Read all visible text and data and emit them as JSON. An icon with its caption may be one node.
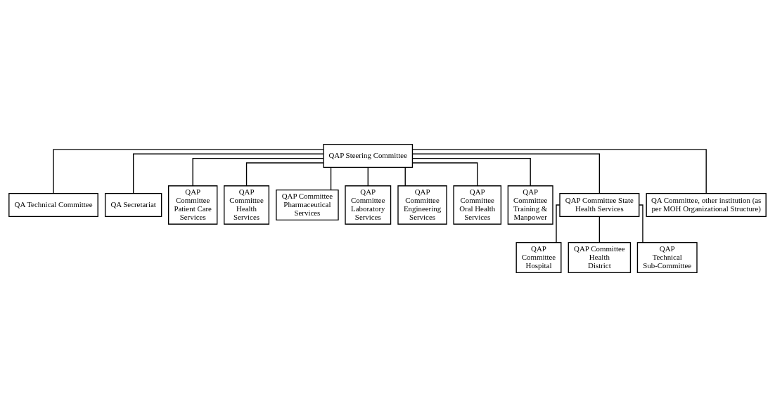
{
  "diagram": {
    "nodes": [
      {
        "text": [
          "QAP Steering Committee"
        ]
      },
      {
        "text": [
          "QA Technical Committee"
        ]
      },
      {
        "text": [
          "QA Secretariat"
        ]
      },
      {
        "text": [
          "QAP Committee Patient Care Services"
        ]
      },
      {
        "text": [
          "QAP Committee Health Services"
        ]
      },
      {
        "text": [
          "QAP Committee Pharmaceutical Services"
        ]
      },
      {
        "text": [
          "QAP Committee Laboratory Services"
        ]
      },
      {
        "text": [
          "QAP Committee Engineering Services"
        ]
      },
      {
        "text": [
          "QAP Committee Oral Health Services"
        ]
      },
      {
        "text": [
          "QAP Committee Training & Manpower"
        ]
      },
      {
        "text": [
          "QAP Committee State Health Services"
        ]
      },
      {
        "text": [
          "QA Committee, other institution (as per MOH Organizational Structure)"
        ]
      },
      {
        "text": [
          "QAP Committee Hospital"
        ]
      },
      {
        "text": [
          "QAP Committee Health District"
        ]
      },
      {
        "text": [
          "QAP Technical Sub-Committee"
        ]
      }
    ],
    "edges": [
      {
        "from": 0,
        "to": 1,
        "arrow": "none"
      },
      {
        "from": 0,
        "to": 2,
        "arrow": "none"
      },
      {
        "from": 0,
        "to": 3,
        "arrow": "none"
      },
      {
        "from": 0,
        "to": 4,
        "arrow": "none"
      },
      {
        "from": 0,
        "to": 5,
        "arrow": "none"
      },
      {
        "from": 0,
        "to": 6,
        "arrow": "none"
      },
      {
        "from": 0,
        "to": 7,
        "arrow": "none"
      },
      {
        "from": 0,
        "to": 8,
        "arrow": "none"
      },
      {
        "from": 0,
        "to": 9,
        "arrow": "none"
      },
      {
        "from": 0,
        "to": 10,
        "arrow": "none"
      },
      {
        "from": 0,
        "to": 11,
        "arrow": "none"
      },
      {
        "from": 10,
        "to": 12,
        "arrow": "none"
      },
      {
        "from": 10,
        "to": 13,
        "arrow": "none"
      },
      {
        "from": 10,
        "to": 14,
        "arrow": "none"
      }
    ]
  }
}
